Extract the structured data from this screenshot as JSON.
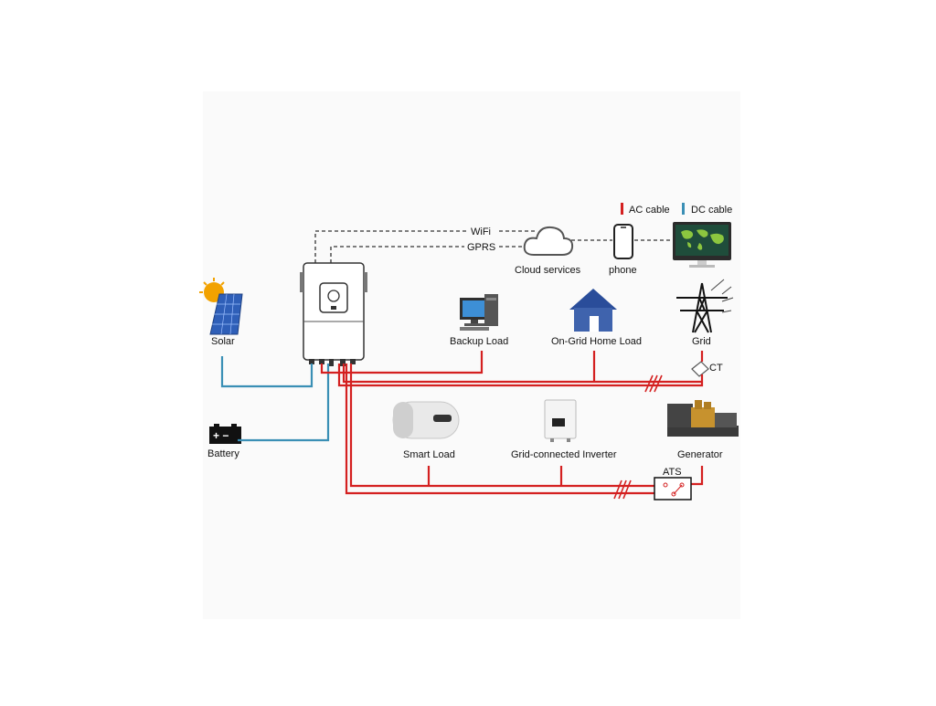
{
  "legend": {
    "ac_label": "AC cable",
    "dc_label": "DC cable",
    "ac_color": "#d42020",
    "dc_color": "#3a8fb5"
  },
  "comms": {
    "wifi_label": "WiFi",
    "gprs_label": "GPRS"
  },
  "nodes": {
    "solar": "Solar",
    "battery": "Battery",
    "cloud": "Cloud services",
    "phone": "phone",
    "backup_load": "Backup Load",
    "home_load": "On-Grid Home Load",
    "grid": "Grid",
    "ct": "CT",
    "smart_load": "Smart Load",
    "grid_inverter": "Grid-connected Inverter",
    "generator": "Generator",
    "ats": "ATS"
  },
  "battery_terminals": "+ −"
}
